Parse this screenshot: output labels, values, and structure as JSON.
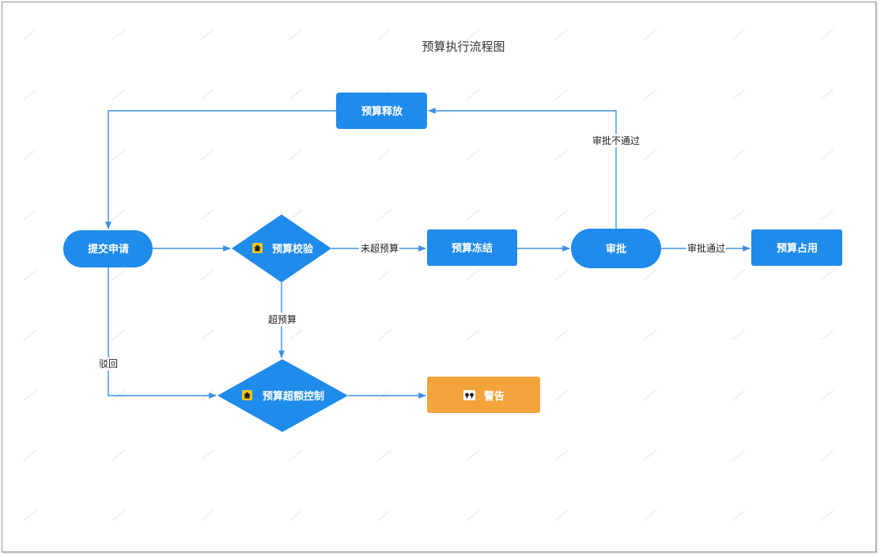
{
  "title": "预算执行流程图",
  "nodes": {
    "budget_release": "预算释放",
    "submit": "提交申请",
    "budget_check": "预算校验",
    "budget_freeze": "预算冻结",
    "approval": "审批",
    "budget_occupy": "预算占用",
    "over_budget_control": "预算超额控制",
    "warning": "警告"
  },
  "edges": {
    "not_over_budget": "未超预算",
    "approved": "审批通过",
    "not_approved": "审批不通过",
    "over_budget": "超预算",
    "reject": "驳回"
  },
  "icons": {
    "check_icon": "home-icon",
    "control_icon": "home-icon",
    "warning_icon": "quote-icon"
  },
  "colors": {
    "node": "#1f8beb",
    "warning": "#f2a33c",
    "line": "#3b8fe8",
    "icon": "#f5c518"
  }
}
